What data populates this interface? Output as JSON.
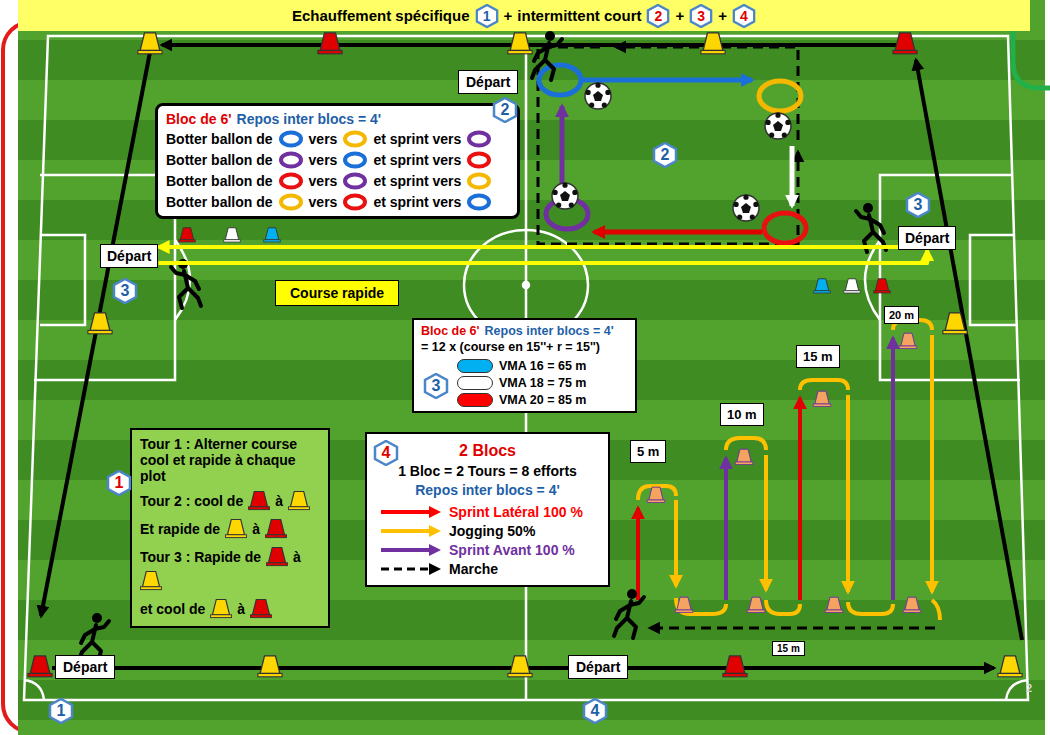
{
  "diagram": {
    "nodes": [
      {
        "text": [
          "Echauffement spécifique",
          "1",
          "+",
          "intermittent court",
          "2",
          "+",
          "3",
          "+",
          "4"
        ]
      },
      {
        "text": [
          "Départ"
        ]
      },
      {
        "text": [
          "Bloc de 6'",
          "Repos inter blocs = 4'",
          "Botter ballon de",
          "vers",
          "et sprint vers",
          "Botter ballon de",
          "vers",
          "et sprint vers",
          "Botter ballon de",
          "vers",
          "et sprint vers",
          "Botter ballon de",
          "vers",
          "et sprint vers"
        ]
      },
      {
        "text": [
          "Départ"
        ]
      },
      {
        "text": [
          "Départ"
        ]
      },
      {
        "text": [
          "Course rapide"
        ]
      },
      {
        "text": [
          "Bloc de 6'",
          "Repos inter blocs = 4'",
          "= 12 x (course en 15''+ r = 15'')"
        ]
      },
      {
        "text": [
          "20 m"
        ]
      },
      {
        "text": [
          "15 m"
        ]
      },
      {
        "text": [
          "10 m"
        ]
      },
      {
        "text": [
          "Tour 1 : Alterner course cool et rapide à chaque plot",
          "Tour 2 : cool de",
          "à",
          "Et rapide de",
          "à",
          "Tour 3 : Rapide de",
          "à",
          "et cool de",
          "à"
        ]
      },
      {
        "text": [
          "2 Blocs",
          "1 Bloc = 2 Tours = 8 efforts",
          "Repos inter blocs = 4'"
        ]
      },
      {
        "text": [
          "5 m"
        ]
      },
      {
        "text": [
          "15 m"
        ]
      },
      {
        "text": [
          "Départ"
        ]
      },
      {
        "text": [
          "Départ"
        ]
      }
    ],
    "edges": [
      {
        "from": 3,
        "to": 4,
        "arrow": "to"
      },
      {
        "from": 4,
        "to": 3,
        "arrow": "to"
      }
    ],
    "labels": [
      "2",
      "2",
      "3",
      "3",
      "3",
      "1",
      "4",
      "1",
      "4",
      "2"
    ],
    "legend": [
      {
        "text": "VMA 16 = 65 m",
        "color": "#00b0f0"
      },
      {
        "text": "VMA 18 = 75 m",
        "color": "#ffffff"
      },
      {
        "text": "VMA 20 = 85 m",
        "color": "#ff0000"
      },
      {
        "text": "Sprint Latéral 100 %"
      },
      {
        "text": "Jogging 50%"
      },
      {
        "text": "Sprint Avant 100 %"
      },
      {
        "text": "Marche"
      }
    ]
  }
}
